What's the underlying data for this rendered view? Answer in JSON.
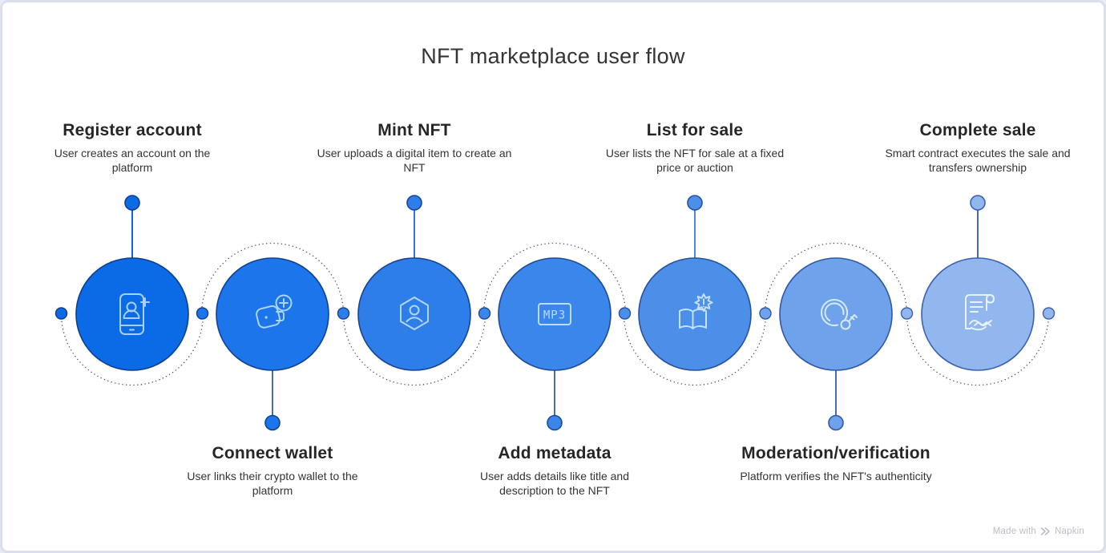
{
  "title": "NFT marketplace user flow",
  "watermark": {
    "prefix": "Made with",
    "brand": "Napkin"
  },
  "colors": {
    "background": "#ffffff",
    "frame_border": "#dcdeee",
    "arc_dotted": "#46536c",
    "title_text": "#343434",
    "heading_text": "#262626",
    "desc_text": "#333333",
    "watermark_text": "#b9bdc7"
  },
  "steps": [
    {
      "title": "Register account",
      "description": "User creates an account on the platform",
      "label_position": "top",
      "icon": "phone-user-plus-icon",
      "fill": "#0B6BE7",
      "stroke": "#0E3E8D",
      "icon_color": "#A6D1FF",
      "connector": "#0F67DF"
    },
    {
      "title": "Connect wallet",
      "description": "User links their crypto wallet to the platform",
      "label_position": "bottom",
      "icon": "wallet-plus-icon",
      "fill": "#1D75EC",
      "stroke": "#124090",
      "icon_color": "#ABD4FF",
      "connector": "#4D6FA5"
    },
    {
      "title": "Mint NFT",
      "description": "User uploads a digital item to create an NFT",
      "label_position": "top",
      "icon": "hexagon-user-icon",
      "fill": "#2E7EE9",
      "stroke": "#184493",
      "icon_color": "#B2D7FF",
      "connector": "#2A79DE"
    },
    {
      "title": "Add metadata",
      "description": "User adds details like title and description to the NFT",
      "label_position": "bottom",
      "icon": "mp3-file-icon",
      "mp3_label": "MP3",
      "fill": "#3B86EA",
      "stroke": "#1F4A98",
      "icon_color": "#BADCFF",
      "connector": "#4D6FA5"
    },
    {
      "title": "List for sale",
      "description": "User lists the NFT for sale at a fixed price or auction",
      "label_position": "top",
      "icon": "book-alert-icon",
      "fill": "#4C8FE9",
      "stroke": "#27519D",
      "icon_color": "#C4E1FF",
      "connector": "#4689DE"
    },
    {
      "title": "Moderation/verification",
      "description": "Platform verifies the NFT's authenticity",
      "label_position": "bottom",
      "icon": "verification-key-icon",
      "fill": "#6EA2EA",
      "stroke": "#3058A6",
      "icon_color": "#D6EAFF",
      "connector": "#4D6FA5"
    },
    {
      "title": "Complete sale",
      "description": "Smart contract executes the sale and transfers ownership",
      "label_position": "top",
      "icon": "contract-handshake-icon",
      "fill": "#92B7EF",
      "stroke": "#3A62AF",
      "icon_color": "#E7F2FF",
      "connector": "#4569B5"
    }
  ]
}
